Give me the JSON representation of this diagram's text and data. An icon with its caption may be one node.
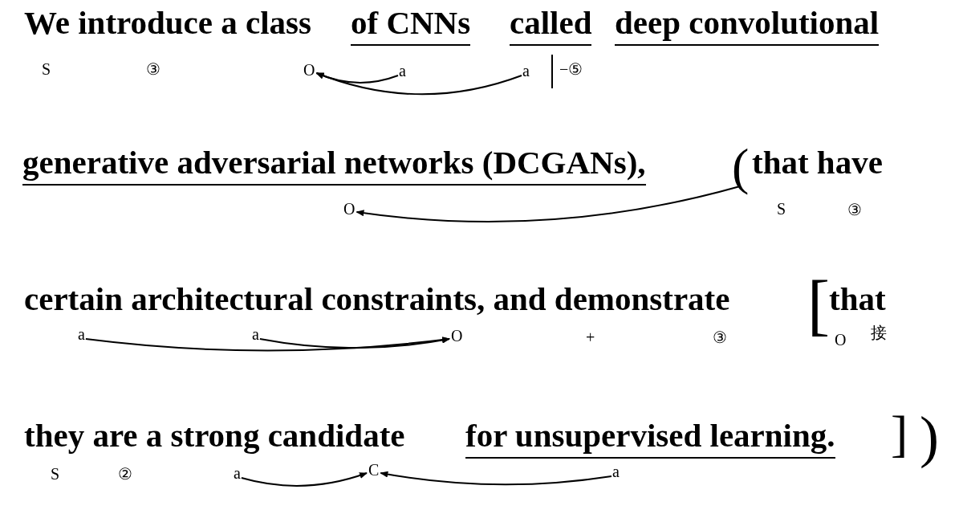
{
  "diagram": {
    "nodes": [
      {
        "text": [
          "O"
        ]
      },
      {
        "text": [
          "a"
        ]
      },
      {
        "text": [
          "a"
        ]
      },
      {
        "text": [
          "O"
        ]
      },
      {
        "text": [
          "("
        ]
      },
      {
        "text": [
          "a"
        ]
      },
      {
        "text": [
          "a"
        ]
      },
      {
        "text": [
          "O"
        ]
      },
      {
        "text": [
          "a"
        ]
      },
      {
        "text": [
          "C"
        ]
      },
      {
        "text": [
          "a"
        ]
      }
    ],
    "edges": [
      {
        "from": 1,
        "to": 0,
        "arrow": "to"
      },
      {
        "from": 2,
        "to": 0,
        "arrow": "to"
      },
      {
        "from": 4,
        "to": 3,
        "arrow": "to"
      },
      {
        "from": 5,
        "to": 7,
        "arrow": "to"
      },
      {
        "from": 6,
        "to": 7,
        "arrow": "to"
      },
      {
        "from": 8,
        "to": 9,
        "arrow": "to"
      },
      {
        "from": 10,
        "to": 9,
        "arrow": "to"
      }
    ],
    "labels": [
      "We introduce a class",
      "of CNNs",
      "called",
      "deep convolutional",
      "S",
      "③",
      "−⑤",
      "generative adversarial networks (DCGANs),",
      "that have",
      "S",
      "③",
      "certain architectural constraints, and demonstrate",
      "[",
      "that",
      "+",
      "③",
      "O",
      "接",
      "they are a strong candidate",
      "for unsupervised learning.",
      "]",
      ")",
      "S",
      "②"
    ]
  }
}
